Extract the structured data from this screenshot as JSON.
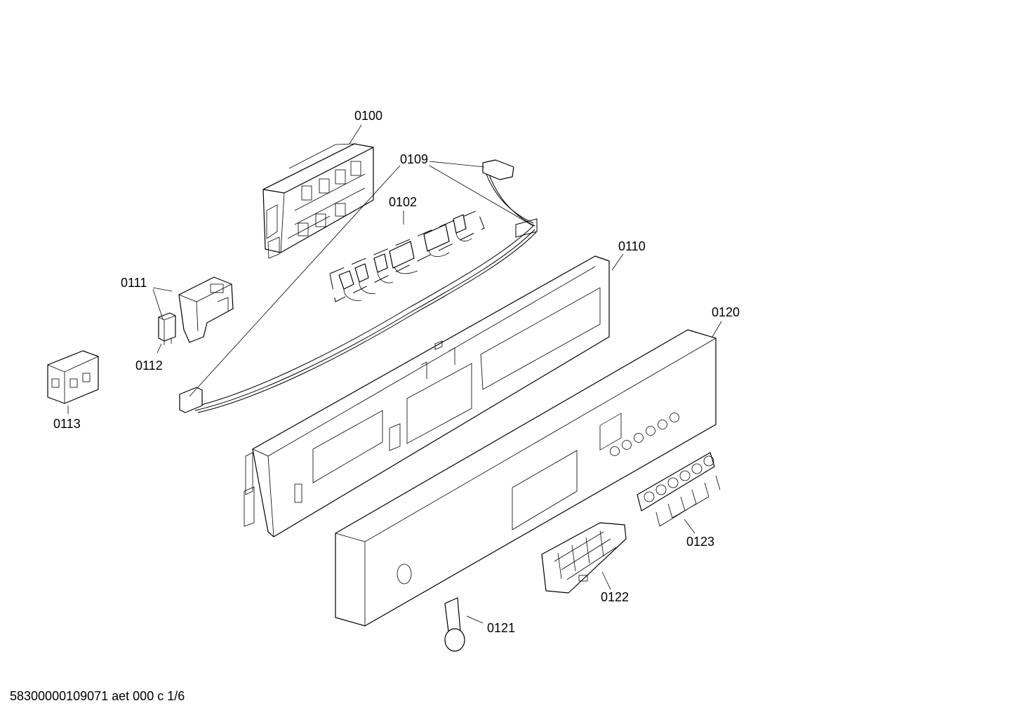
{
  "diagram": {
    "callouts": [
      {
        "id": "0100",
        "text": "0100"
      },
      {
        "id": "0109",
        "text": "0109"
      },
      {
        "id": "0102",
        "text": "0102"
      },
      {
        "id": "0110",
        "text": "0110"
      },
      {
        "id": "0111",
        "text": "0111"
      },
      {
        "id": "0112",
        "text": "0112"
      },
      {
        "id": "0113",
        "text": "0113"
      },
      {
        "id": "0120",
        "text": "0120"
      },
      {
        "id": "0123",
        "text": "0123"
      },
      {
        "id": "0122",
        "text": "0122"
      },
      {
        "id": "0121",
        "text": "0121"
      }
    ],
    "footer": "58300000109071 aet 000 c 1/6"
  }
}
